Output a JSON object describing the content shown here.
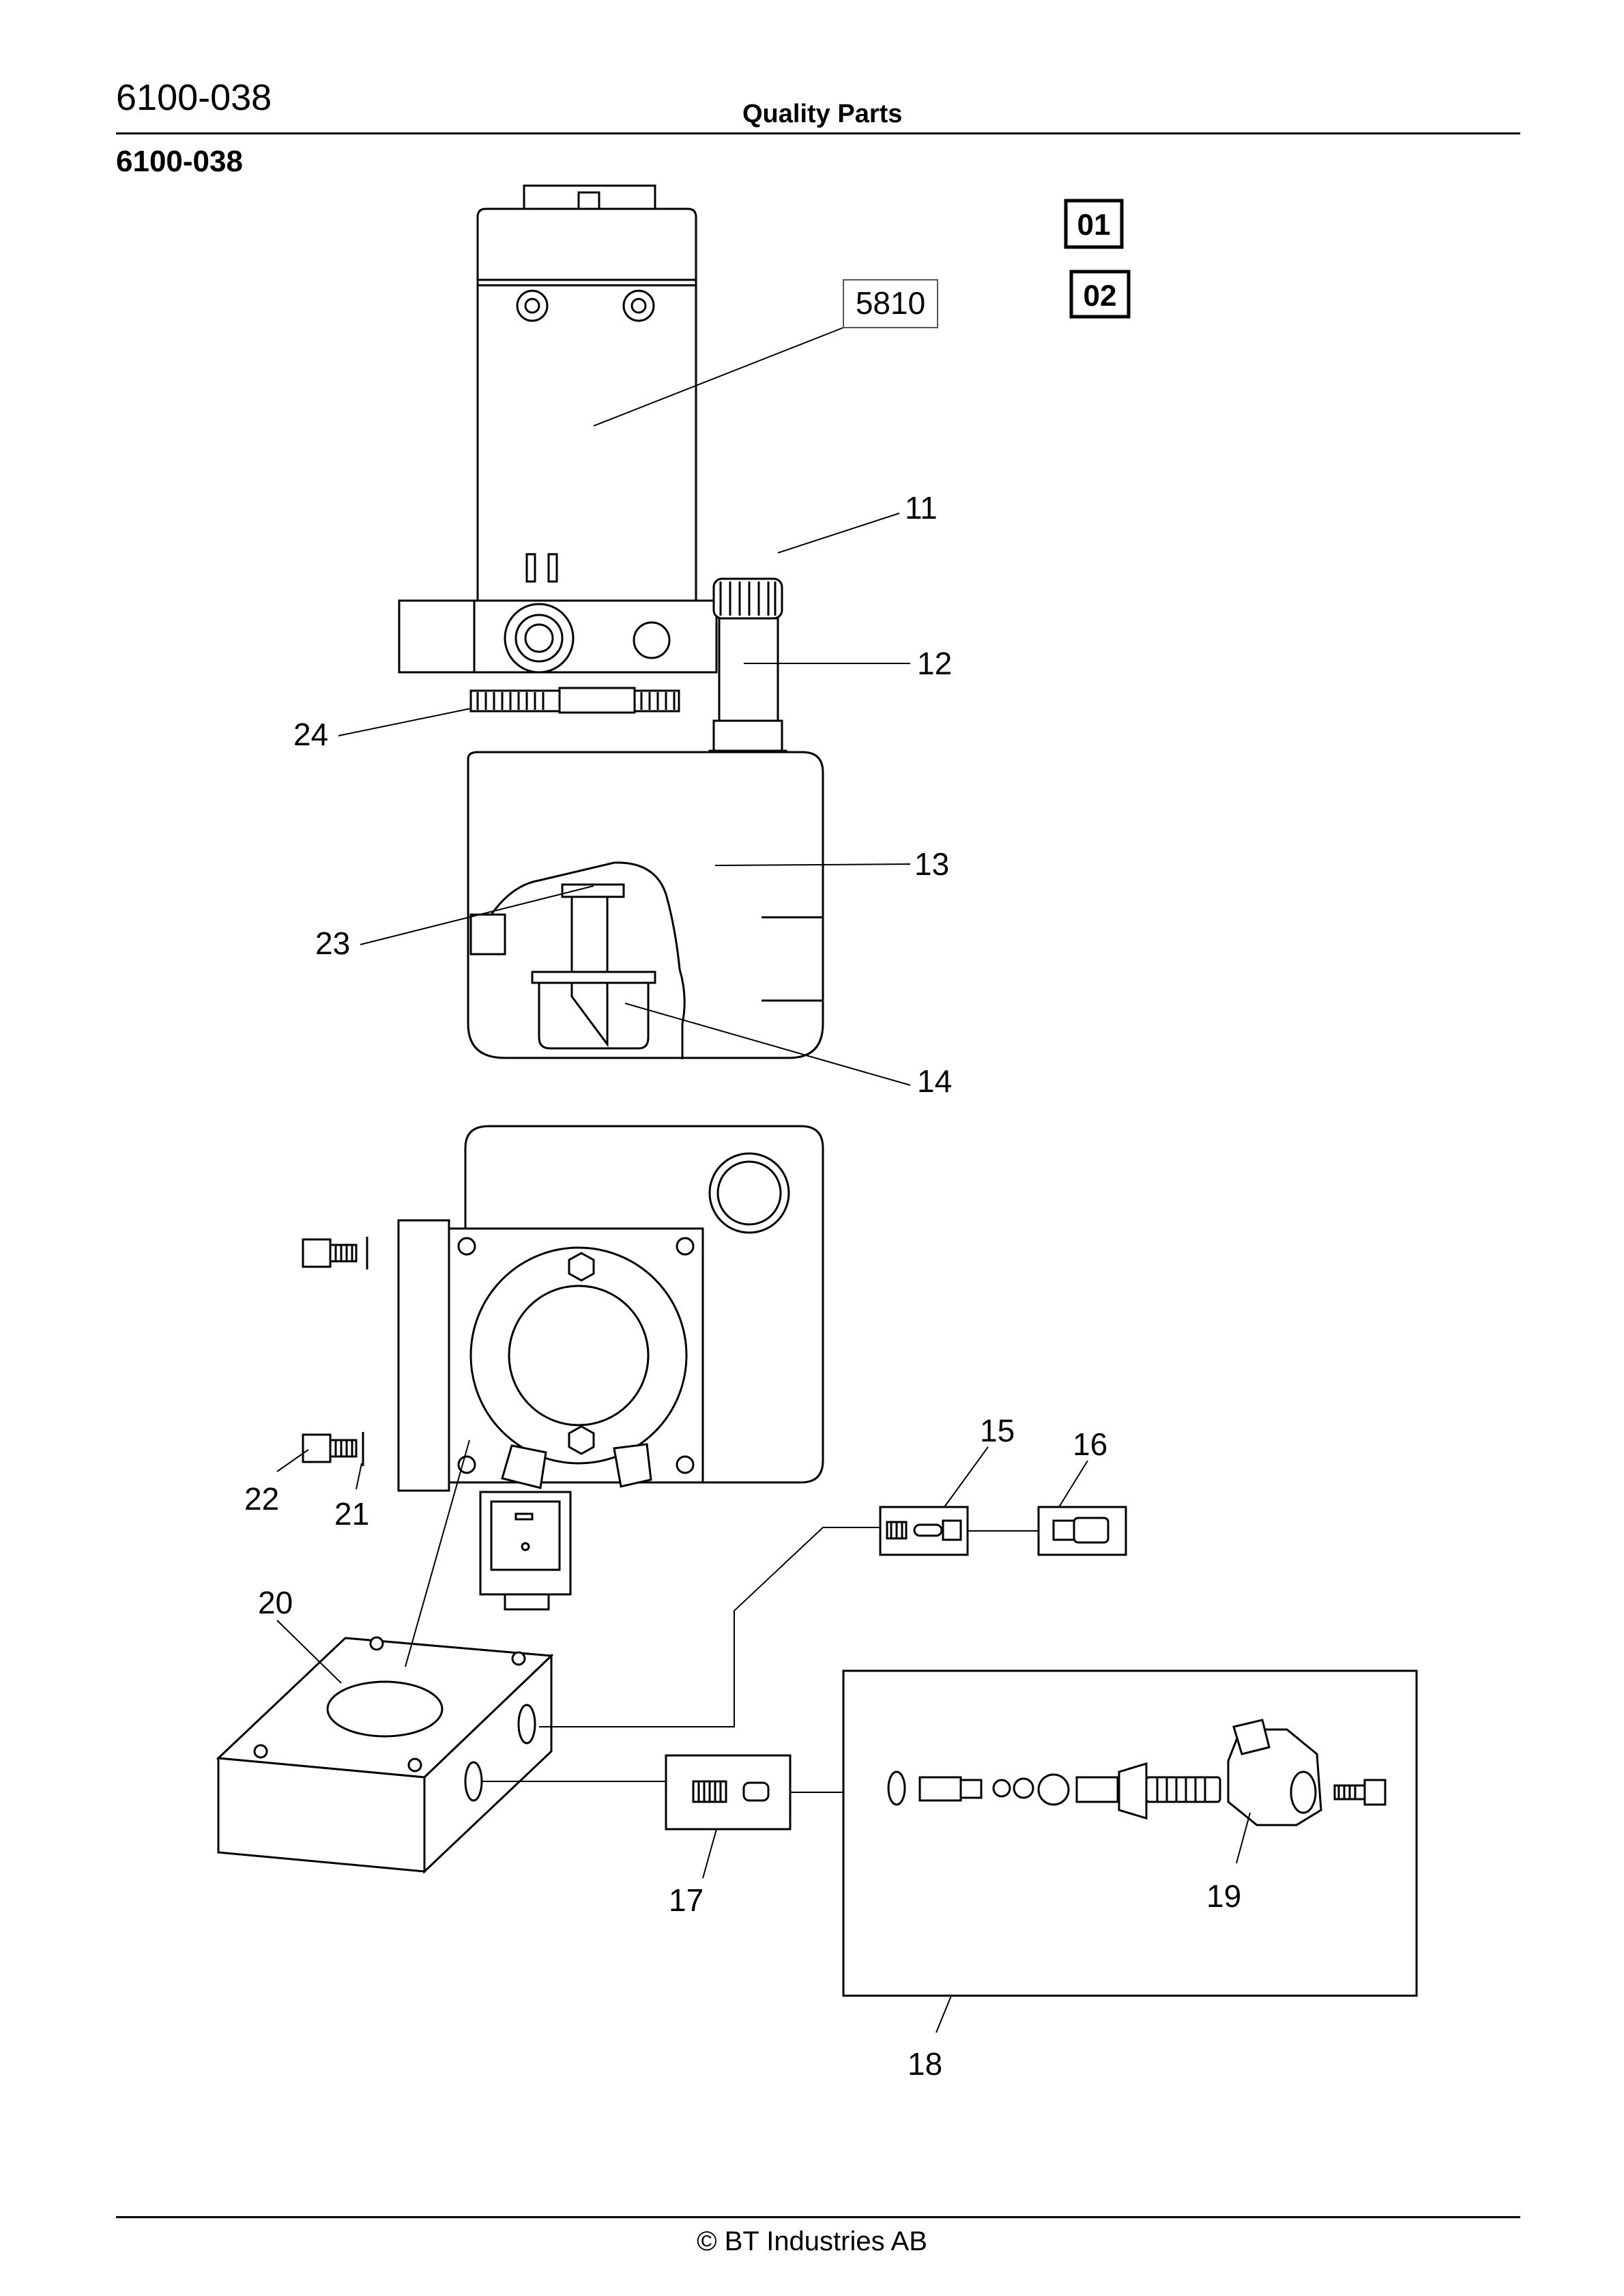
{
  "header": {
    "code": "6100-038",
    "title": "Quality Parts"
  },
  "subheader": {
    "code": "6100-038"
  },
  "variant_boxes": [
    "01",
    "02"
  ],
  "reference_box": "5810",
  "callouts": {
    "c11": "11",
    "c12": "12",
    "c13": "13",
    "c14": "14",
    "c15": "15",
    "c16": "16",
    "c17": "17",
    "c18": "18",
    "c19": "19",
    "c20": "20",
    "c21": "21",
    "c22": "22",
    "c23": "23",
    "c24": "24"
  },
  "footer": {
    "copyright": "© BT Industries AB"
  }
}
